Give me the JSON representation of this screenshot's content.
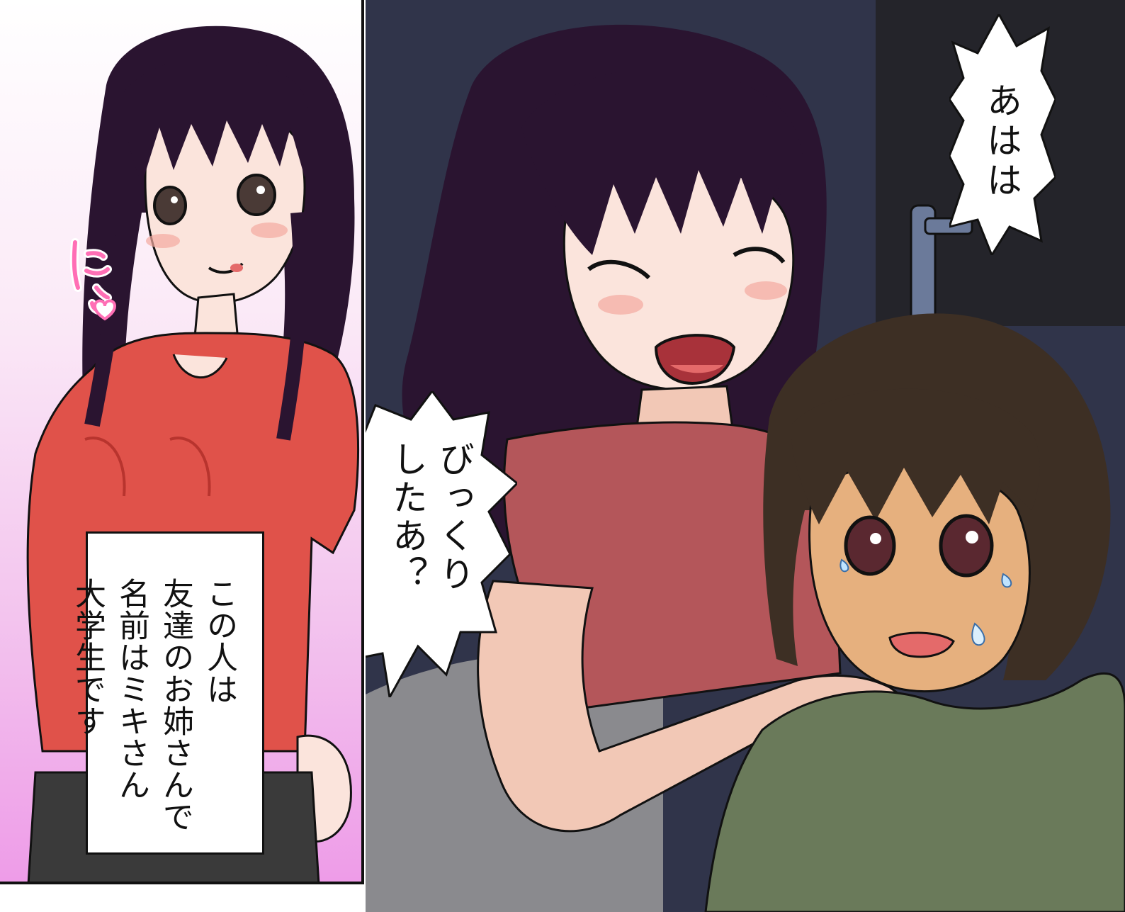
{
  "panels": {
    "left": {
      "sfx": "にこ♡",
      "caption_lines": [
        "この人は",
        "友達のお姉さんで",
        "名前はミキさん",
        "大学生です"
      ]
    },
    "right": {
      "bubble_top_right": "あはは",
      "bubble_center_lines": [
        "びっくり",
        "したあ？"
      ]
    }
  },
  "colors": {
    "left_background_top": "#ffffff",
    "left_background_bottom": "#ee9ce8",
    "shirt_red": "#e0524a",
    "hair_dark": "#2a1430",
    "room_dark": "#2f3347",
    "boy_hoodie": "#6a7a5a"
  }
}
